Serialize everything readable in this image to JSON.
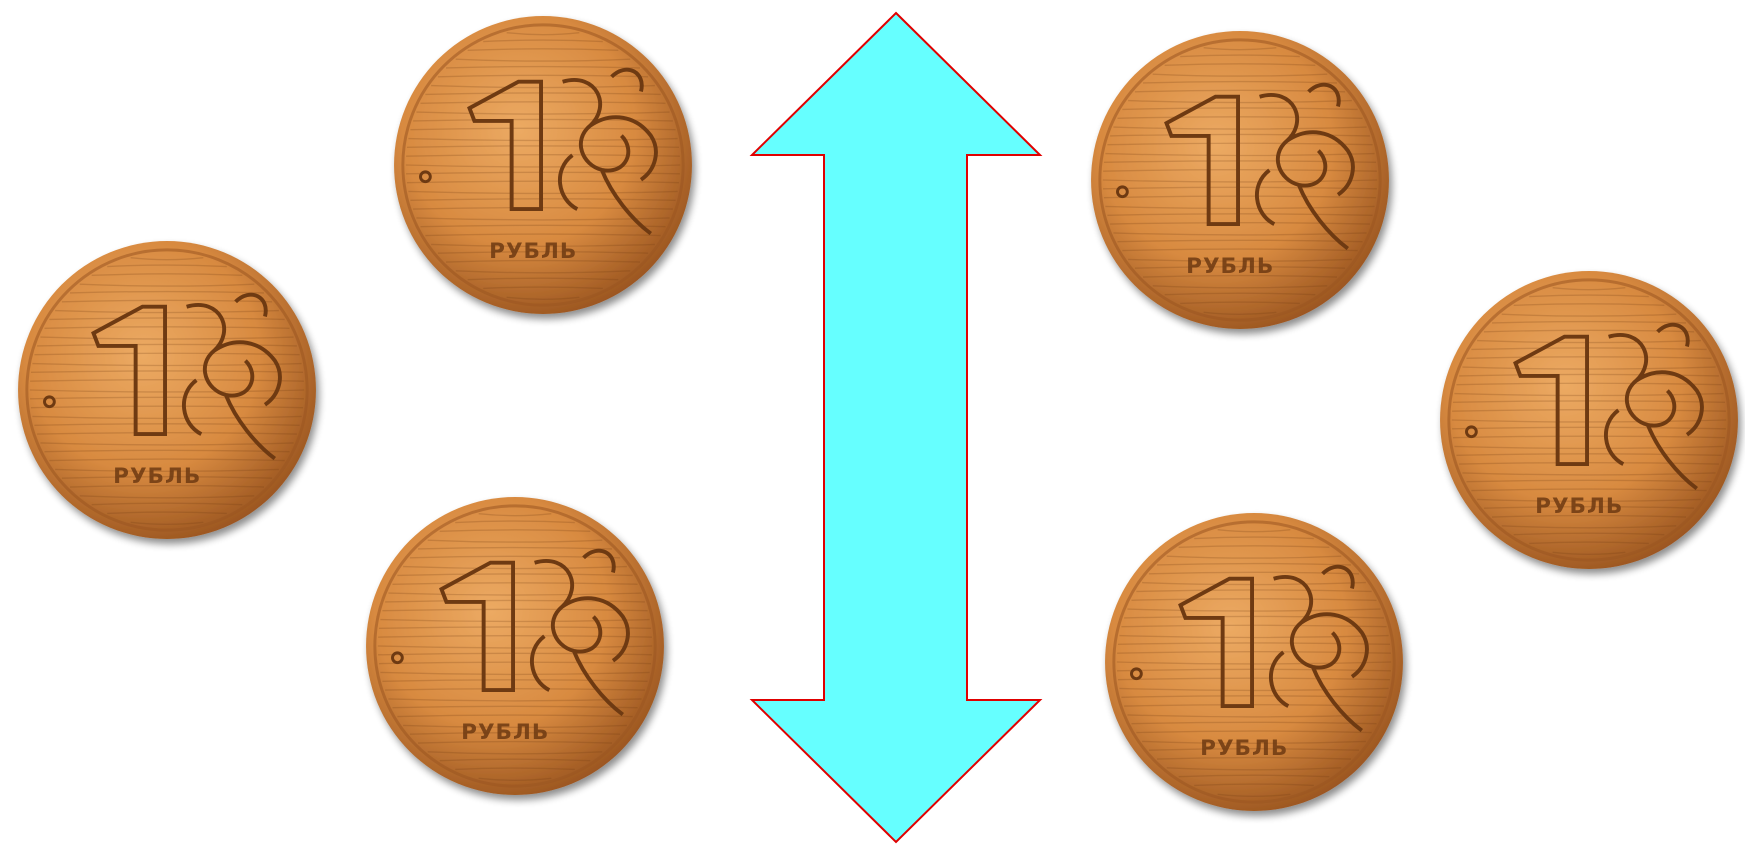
{
  "colors": {
    "background": "#ffffff",
    "arrow_fill": "#66ffff",
    "arrow_stroke": "#e00000",
    "coin_light": "#ecaa63",
    "coin_mid": "#d88a40",
    "coin_dark": "#9a5520",
    "coin_engrave": "#6e3a12"
  },
  "icons": {
    "arrow": "double-headed-vertical-arrow-icon",
    "coin": "one-ruble-coin-icon"
  },
  "coins": [
    {
      "name": "coin-left-group-top",
      "value": "1",
      "word": "РУБЛЬ"
    },
    {
      "name": "coin-left-group-middle",
      "value": "1",
      "word": "РУБЛЬ"
    },
    {
      "name": "coin-left-group-bottom",
      "value": "1",
      "word": "РУБЛЬ"
    },
    {
      "name": "coin-right-group-top",
      "value": "1",
      "word": "РУБЛЬ"
    },
    {
      "name": "coin-right-group-middle",
      "value": "1",
      "word": "РУБЛЬ"
    },
    {
      "name": "coin-right-group-bottom",
      "value": "1",
      "word": "РУБЛЬ"
    }
  ]
}
